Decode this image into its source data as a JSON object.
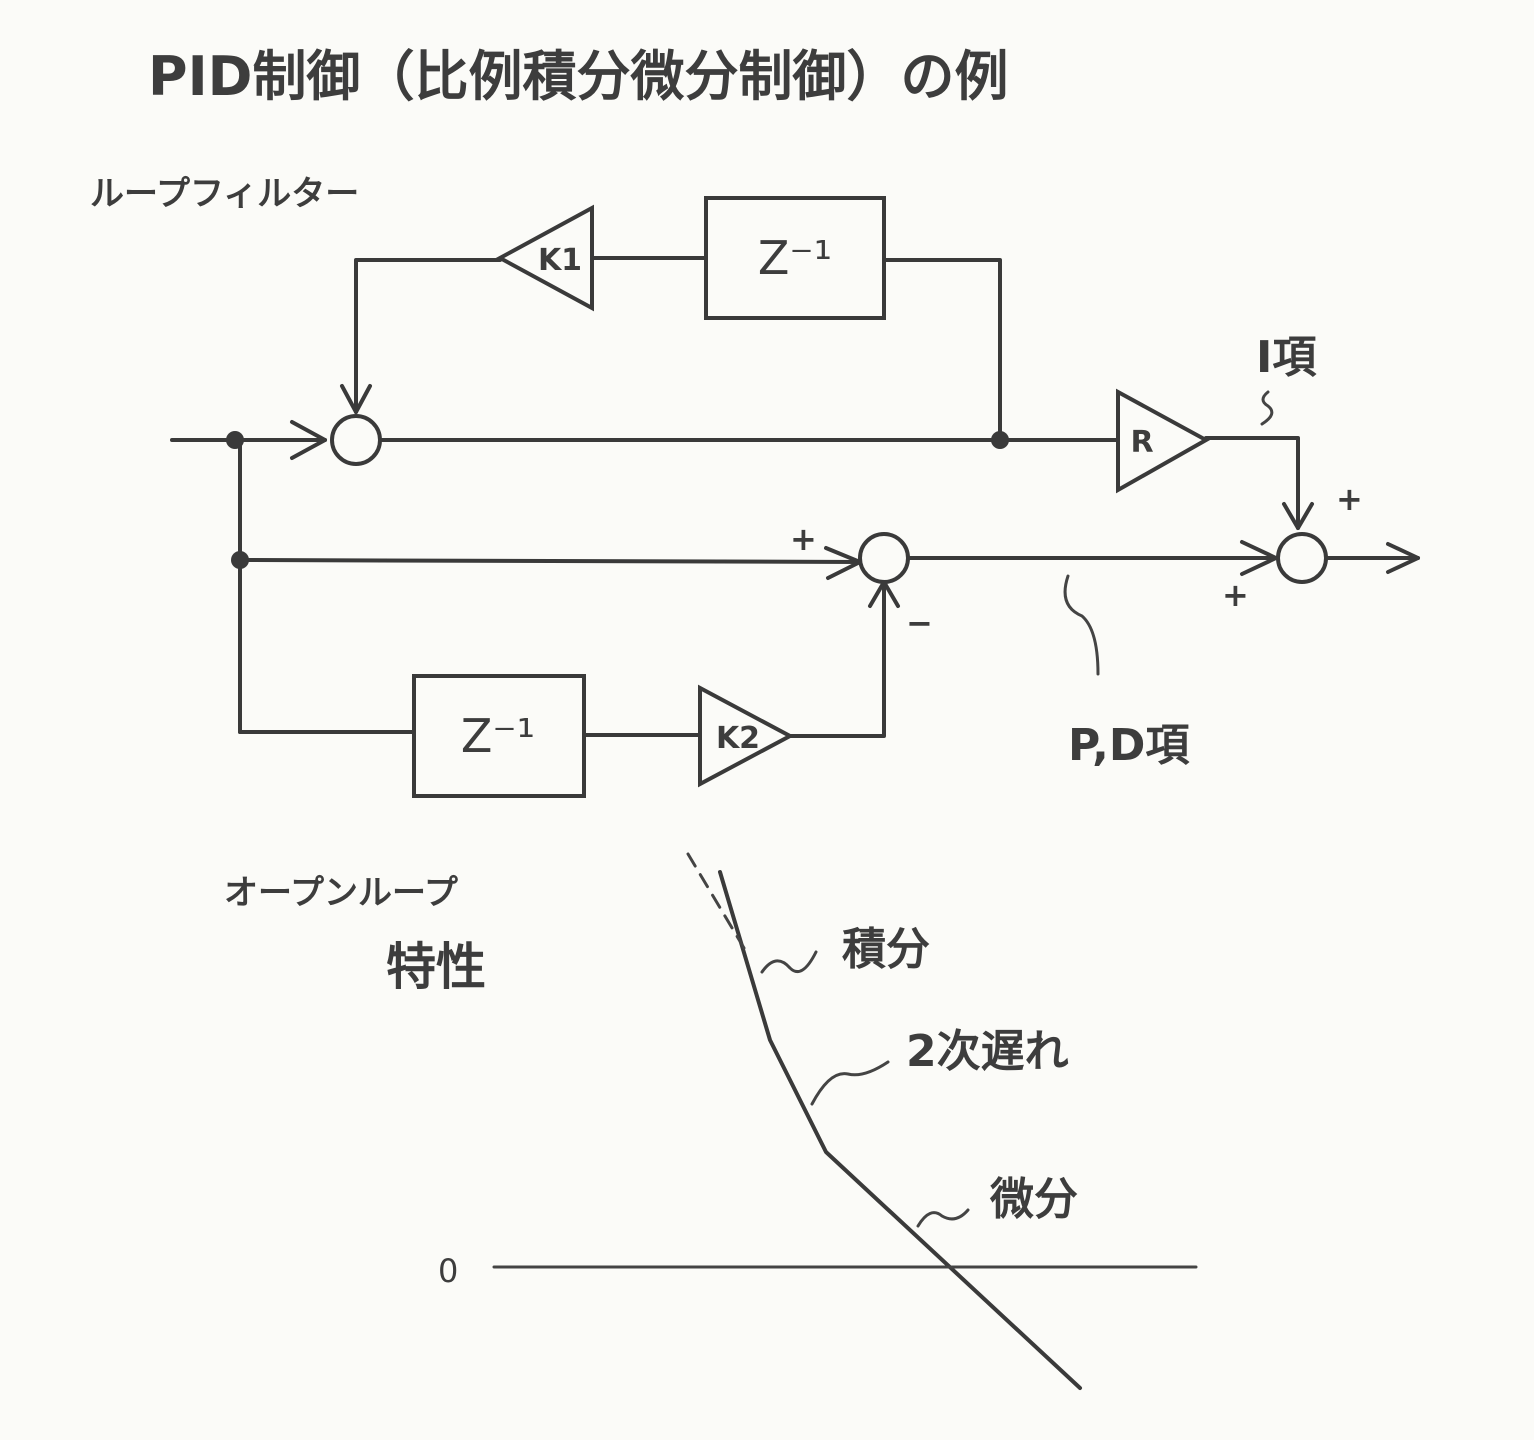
{
  "title": "PID制御（比例積分微分制御）の例",
  "loop_filter_label": "ループフィルター",
  "blocks": {
    "delay_top": "Z⁻¹",
    "delay_bottom": "Z⁻¹",
    "gain_k1": "K1",
    "gain_k2": "K2",
    "gain_r": "R"
  },
  "term_labels": {
    "i_term": "I項",
    "pd_term": "P,D項"
  },
  "signs": {
    "diff_plus": "+",
    "diff_minus": "−",
    "out_top_plus": "+",
    "out_left_plus": "+"
  },
  "open_loop": {
    "label_line1": "オープンループ",
    "label_line2": "特性",
    "integral": "積分",
    "second_order_lag": "2次遅れ",
    "derivative": "微分",
    "zero": "0"
  }
}
